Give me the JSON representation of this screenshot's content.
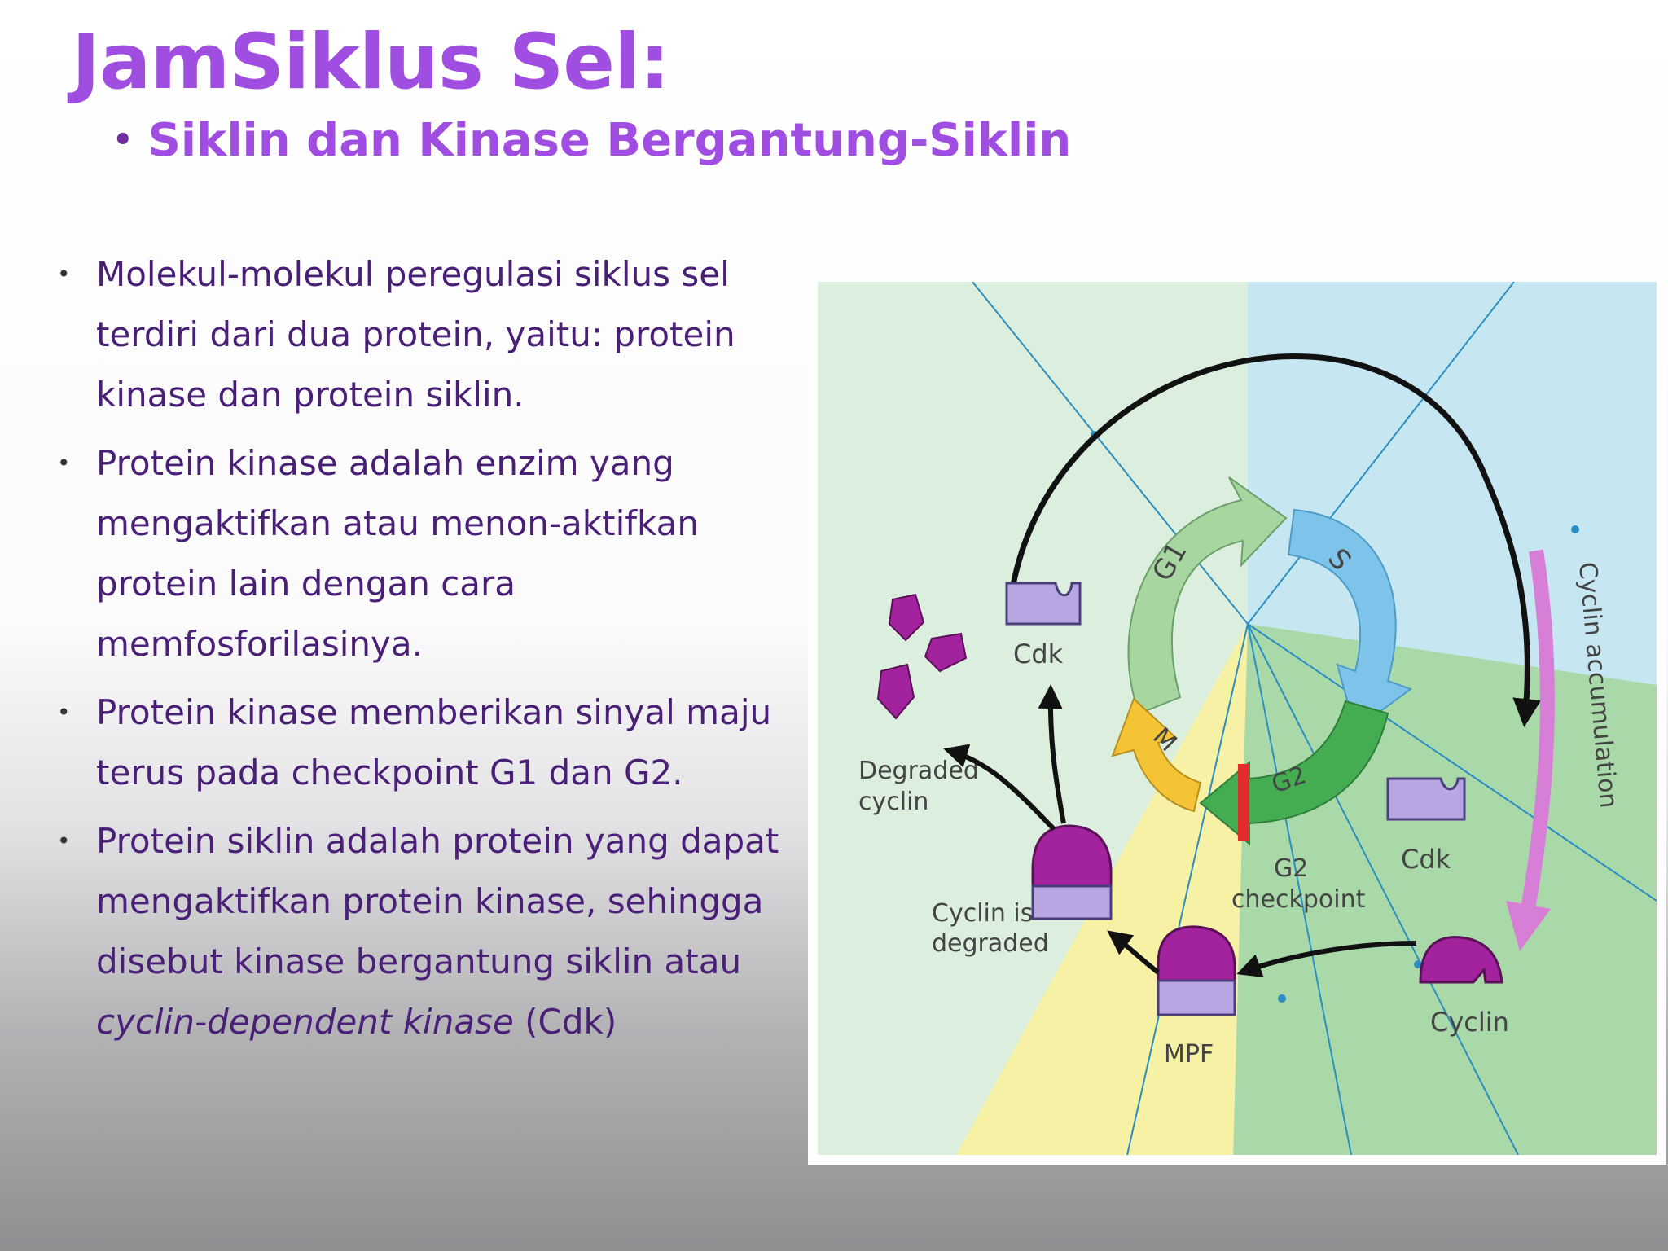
{
  "slide": {
    "title": "JamSiklus Sel:",
    "subtitle": "Siklin dan Kinase Bergantung-Siklin",
    "bullet_mark": "•",
    "bullets": [
      {
        "text": "Molekul-molekul peregulasi siklus sel terdiri dari dua protein, yaitu: protein kinase dan protein siklin."
      },
      {
        "text": "Protein kinase adalah enzim yang mengaktifkan atau menon-aktifkan protein lain dengan cara memfosforilasinya."
      },
      {
        "text": "Protein kinase memberikan sinyal maju terus pada checkpoint G1 dan G2."
      },
      {
        "text_before": "Protein siklin adalah protein yang dapat mengaktifkan protein kinase, sehingga disebut kinase bergantung siklin atau ",
        "text_italic": "cyclin-dependent kinase",
        "text_after": " (Cdk)"
      }
    ]
  },
  "diagram": {
    "phases": {
      "g1": "G1",
      "s": "S",
      "g2": "G2",
      "m": "M"
    },
    "labels": {
      "cdk_top": "Cdk",
      "cdk_right": "Cdk",
      "degraded_cyclin_1": "Degraded",
      "degraded_cyclin_2": "cyclin",
      "cyclin_is_degraded_1": "Cyclin is",
      "cyclin_is_degraded_2": "degraded",
      "g2_checkpoint_1": "G2",
      "g2_checkpoint_2": "checkpoint",
      "mpf": "MPF",
      "cyclin": "Cyclin",
      "cyclin_accumulation": "Cyclin accumulation"
    },
    "colors": {
      "bg_left": "#dceedd",
      "bg_right": "#c6e7f2",
      "bg_green": "#a9d9a9",
      "bg_yellow": "#f6f1a4",
      "g1_arrow": "#a8d6a0",
      "s_arrow": "#7ec3ea",
      "g2_arrow": "#44ad52",
      "m_arrow": "#f4c436",
      "cyclin": "#a3229e",
      "cdk": "#b8a6e2",
      "checkpoint_bar": "#e32b2b",
      "accumulation_arrow": "#d77fd6"
    }
  }
}
